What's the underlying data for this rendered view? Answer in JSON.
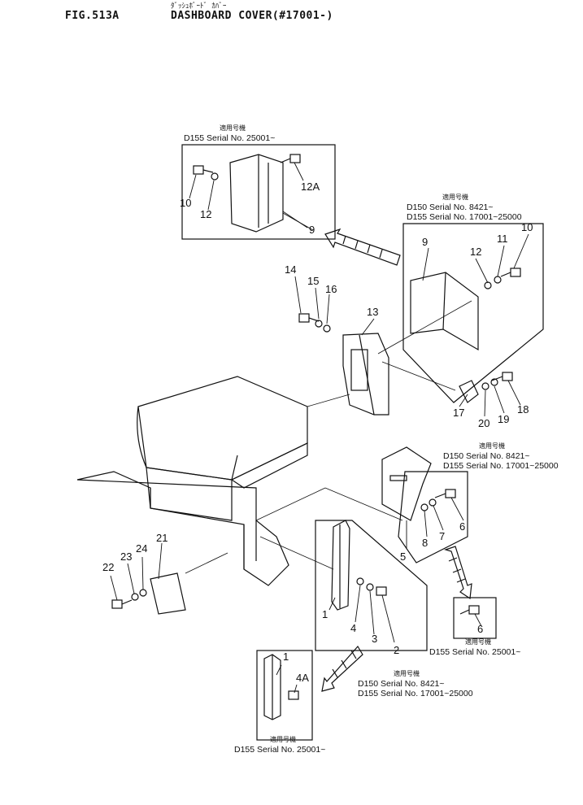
{
  "header": {
    "figure_no": "FIG.513A",
    "title_japanese": "ﾀﾞｯｼｭﾎﾞｰﾄﾞ ｶﾊﾞｰ",
    "title": "DASHBOARD COVER(#17001-)"
  },
  "captions": {
    "top_left": {
      "tag": "適用号機",
      "line1": "D155  Serial No. 25001~"
    },
    "top_right": {
      "tag": "適用号機",
      "line1": "D150  Serial No. 8421~",
      "line2": "D155  Serial No. 17001~25000"
    },
    "mid_right": {
      "tag": "適用号機",
      "line1": "D150  Serial No. 8421~",
      "line2": "D155  Serial No. 17001~25000"
    },
    "lower_right": {
      "tag": "適用号機",
      "line1": "D155  Serial No. 25001~"
    },
    "lower_mid": {
      "tag": "適用号機",
      "line1": "D150  Serial No. 8421~",
      "line2": "D155  Serial No. 17001~25000"
    },
    "bottom": {
      "tag": "適用号機",
      "line1": "D155  Serial No. 25001~"
    }
  },
  "parts": {
    "p1a": "1",
    "p1b": "1",
    "p2": "2",
    "p3": "3",
    "p4": "4",
    "p4a": "4A",
    "p5": "5",
    "p6a": "6",
    "p6b": "6",
    "p7": "7",
    "p8": "8",
    "p9a": "9",
    "p9b": "9",
    "p10a": "10",
    "p10b": "10",
    "p11": "11",
    "p12a": "12",
    "p12b": "12",
    "p12A": "12A",
    "p13": "13",
    "p14": "14",
    "p15": "15",
    "p16": "16",
    "p17": "17",
    "p18": "18",
    "p19": "19",
    "p20": "20",
    "p21": "21",
    "p22": "22",
    "p23": "23",
    "p24": "24"
  }
}
